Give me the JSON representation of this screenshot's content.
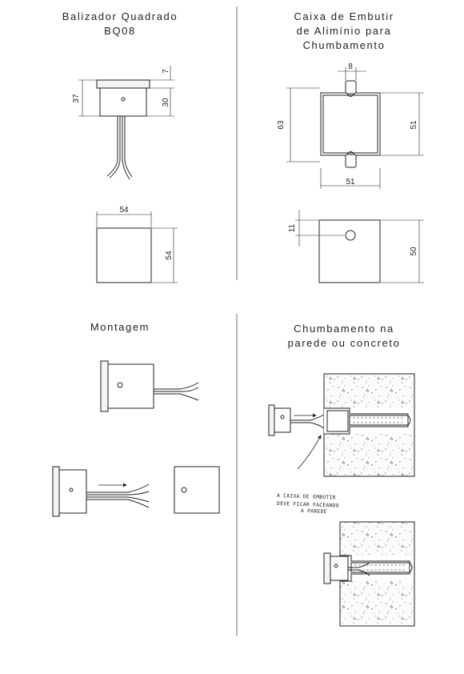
{
  "titles": {
    "top_left": [
      "Balizador Quadrado",
      "BQ08"
    ],
    "top_right": [
      "Caixa de Embutir",
      "de Alimínio para",
      "Chumbamento"
    ],
    "bottom_left": [
      "Montagem"
    ],
    "bottom_right": [
      "Chumbamento na",
      "parede ou concreto"
    ]
  },
  "dimensions": {
    "cap_height": "7",
    "total_height": "37",
    "body_height": "30",
    "front_width": "54",
    "front_height": "54",
    "tab_width": "8",
    "box_outer_height": "63",
    "box_inner_height": "51",
    "box_width": "51",
    "hole_offset": "11",
    "box_front_height": "50"
  },
  "note": [
    "A CAIXA DE EMBUTIR",
    "DEVE FICAR FACEANDO",
    "A PAREDE"
  ],
  "colors": {
    "line": "#222222",
    "fill": "#f4f4f4"
  }
}
